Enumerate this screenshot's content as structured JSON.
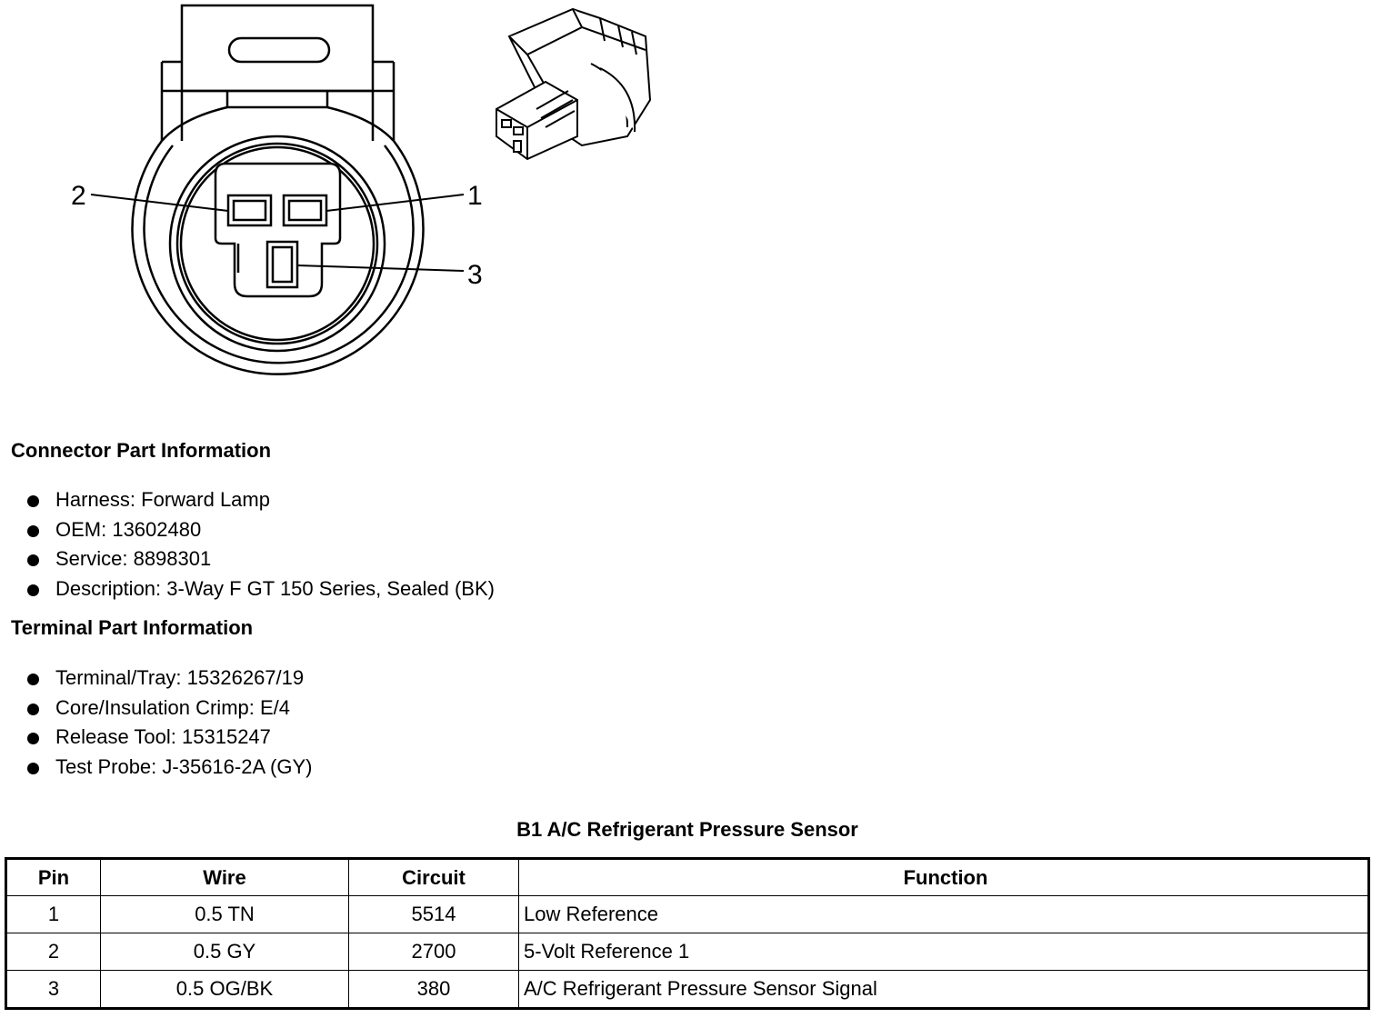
{
  "diagram": {
    "pin_labels": [
      "2",
      "1",
      "3"
    ]
  },
  "connector_section": {
    "title": "Connector Part Information",
    "items": [
      "Harness: Forward Lamp",
      "OEM: 13602480",
      "Service: 8898301",
      "Description: 3-Way F GT 150 Series, Sealed (BK)"
    ]
  },
  "terminal_section": {
    "title": "Terminal Part Information",
    "items": [
      "Terminal/Tray: 15326267/19",
      "Core/Insulation Crimp: E/4",
      "Release Tool: 15315247",
      "Test Probe: J-35616-2A (GY)"
    ]
  },
  "table": {
    "title": "B1 A/C Refrigerant Pressure Sensor",
    "headers": [
      "Pin",
      "Wire",
      "Circuit",
      "Function"
    ],
    "rows": [
      [
        "1",
        "0.5 TN",
        "5514",
        "Low Reference"
      ],
      [
        "2",
        "0.5 GY",
        "2700",
        "5-Volt Reference 1"
      ],
      [
        "3",
        "0.5 OG/BK",
        "380",
        "A/C Refrigerant Pressure Sensor Signal"
      ]
    ]
  }
}
